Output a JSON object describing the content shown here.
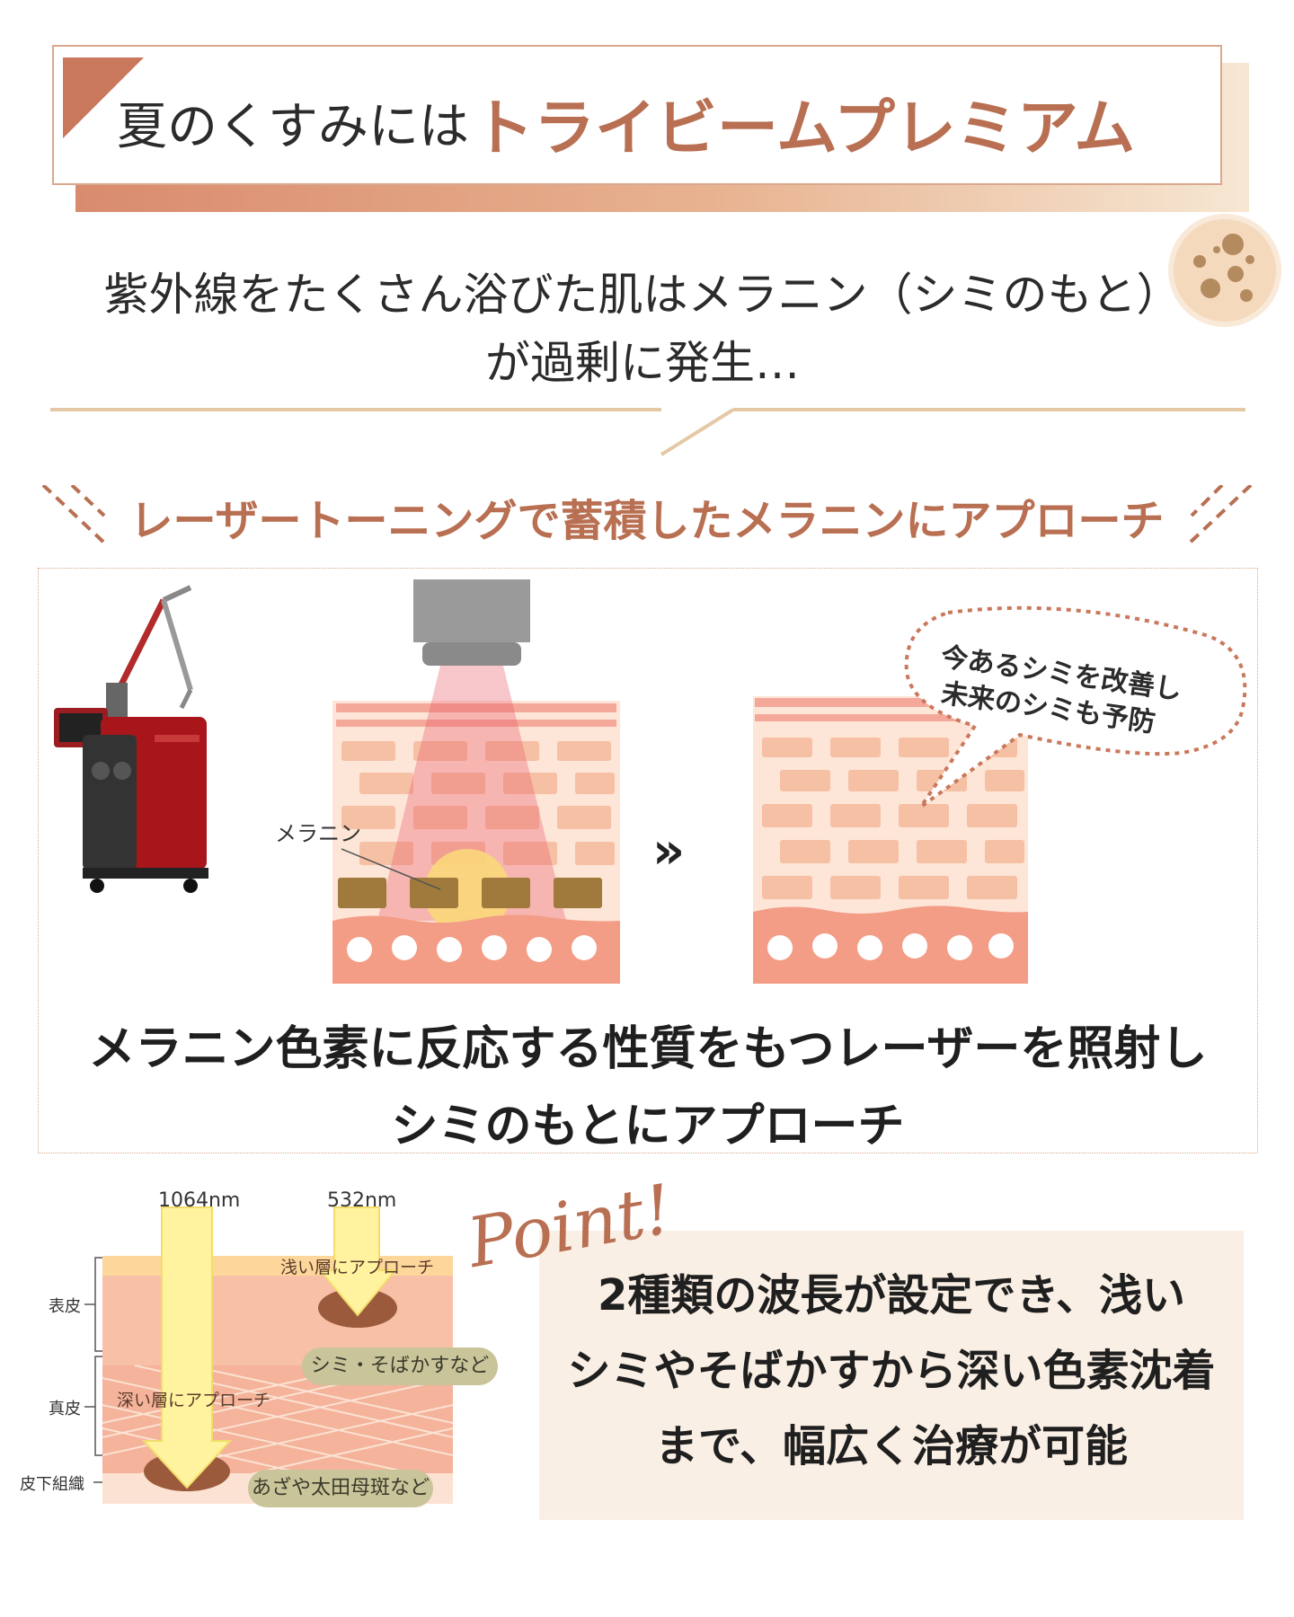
{
  "header": {
    "prefix": "夏のくすみには",
    "brand": "トライビームプレミアム"
  },
  "intro": {
    "line1": "紫外線をたくさん浴びた肌はメラニン（シミのもと）",
    "line2": "が過剰に発生…"
  },
  "section": {
    "title": "レーザートーニングで蓄積したメラニンにアプローチ"
  },
  "panel": {
    "melanin_label": "メラニン",
    "arrow": "»",
    "bubble_line1": "今あるシミを改善し",
    "bubble_line2": "未来のシミも予防",
    "caption_line1": "メラニン色素に反応する性質をもつレーザーを照射し",
    "caption_line2": "シミのもとにアプローチ"
  },
  "wavelength_diagram": {
    "beam_long": "1064nm",
    "beam_short": "532nm",
    "layer_epidermis": "表皮",
    "layer_dermis": "真皮",
    "layer_subcutis": "皮下組織",
    "shallow_label": "浅い層にアプローチ",
    "deep_label": "深い層にアプローチ",
    "shallow_target": "シミ・そばかすなど",
    "deep_target": "あざや太田母斑など"
  },
  "point": {
    "word": "Point!",
    "line1": "2種類の波長が設定でき、浅い",
    "line2": "シミやそばかすから深い色素沈着",
    "line3": "まで、幅広く治療が可能"
  },
  "colors": {
    "accent": "#b86f52",
    "accent_light": "#e8b391",
    "skin_pink": "#f4b8a0",
    "point_bg": "#faefe4",
    "pill": "#c9c49a"
  }
}
